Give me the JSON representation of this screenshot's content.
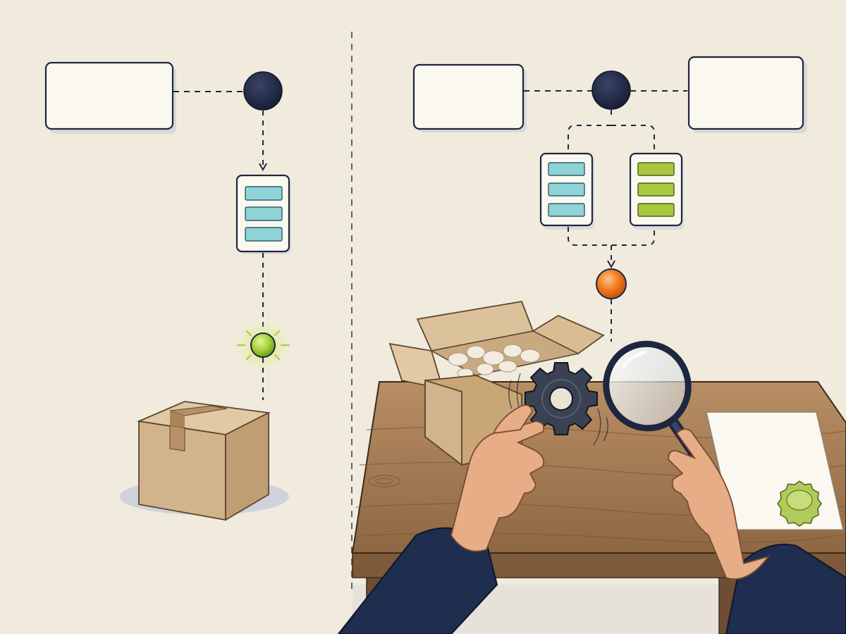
{
  "palette": {
    "paper": "#f1ebdd",
    "ink": "#1e2640",
    "node_dark": "#1e2640",
    "teal": "#8fd3d6",
    "lime": "#a8c83e",
    "green_glow": "#a9d23c",
    "orange": "#f07a1e",
    "cardboard": "#d2b48c",
    "wood": "#a47b55",
    "sleeve": "#1f2d4f",
    "skin": "#e7ad86",
    "seal": "#b2ca5a"
  },
  "left_panel": {
    "flow": [
      "empty-box",
      "dark-node",
      "teal-queue",
      "green-signal",
      "sealed-package"
    ],
    "queue_items": 3,
    "signal_state": "green"
  },
  "right_panel": {
    "flow": [
      "empty-box-left",
      "dark-node",
      "empty-box-right",
      "teal-queue",
      "lime-queue",
      "orange-signal",
      "inspection-scene"
    ],
    "teal_queue_items": 3,
    "lime_queue_items": 3,
    "signal_state": "orange",
    "scene_objects": [
      "open-cardboard-box",
      "gear",
      "magnifying-glass",
      "paper-sheet",
      "seal-badge",
      "wooden-table",
      "left-hand",
      "right-hand"
    ]
  },
  "icons": [
    "gear-icon",
    "magnifying-glass-icon",
    "seal-badge-icon",
    "package-icon",
    "node-icon"
  ]
}
